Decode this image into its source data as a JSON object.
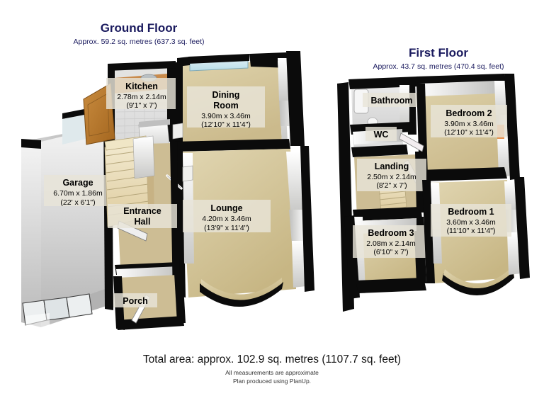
{
  "document": {
    "type": "floor-plan",
    "background_color": "#ffffff"
  },
  "floors": [
    {
      "id": "ground",
      "title": "Ground Floor",
      "area_text": "Approx. 59.2 sq. metres (637.3 sq. feet)",
      "rooms": [
        {
          "id": "kitchen",
          "name": "Kitchen",
          "metric": "2.78m x 2.14m",
          "imperial": "(9'1\" x 7')"
        },
        {
          "id": "dining-room",
          "name": "Dining",
          "name2": "Room",
          "metric": "3.90m x 3.46m",
          "imperial": "(12'10\" x 11'4\")"
        },
        {
          "id": "garage",
          "name": "Garage",
          "metric": "6.70m x 1.86m",
          "imperial": "(22' x 6'1\")"
        },
        {
          "id": "lounge",
          "name": "Lounge",
          "metric": "4.20m x 3.46m",
          "imperial": "(13'9\" x 11'4\")"
        },
        {
          "id": "entrance-hall",
          "name": "Entrance",
          "name2": "Hall",
          "metric": "",
          "imperial": ""
        },
        {
          "id": "porch",
          "name": "Porch",
          "metric": "",
          "imperial": ""
        }
      ]
    },
    {
      "id": "first",
      "title": "First Floor",
      "area_text": "Approx. 43.7 sq. metres (470.4 sq. feet)",
      "rooms": [
        {
          "id": "bathroom",
          "name": "Bathroom",
          "metric": "",
          "imperial": ""
        },
        {
          "id": "wc",
          "name": "WC",
          "metric": "",
          "imperial": ""
        },
        {
          "id": "bedroom-2",
          "name": "Bedroom 2",
          "metric": "3.90m x 3.46m",
          "imperial": "(12'10\" x 11'4\")"
        },
        {
          "id": "landing",
          "name": "Landing",
          "metric": "2.50m x 2.14m",
          "imperial": "(8'2\" x 7')"
        },
        {
          "id": "bedroom-1",
          "name": "Bedroom 1",
          "metric": "3.60m x 3.46m",
          "imperial": "(11'10\" x 11'4\")"
        },
        {
          "id": "bedroom-3",
          "name": "Bedroom 3",
          "metric": "2.08m x 2.14m",
          "imperial": "(6'10\" x 7')"
        }
      ]
    }
  ],
  "footer": {
    "total_area": "Total area: approx. 102.9 sq. metres (1107.7 sq. feet)",
    "note_1": "All measurements are approximate",
    "note_2": "Plan produced using PlanUp."
  },
  "colors": {
    "title_navy": "#1a1a5e",
    "carpet_beige": "#d9cca4",
    "carpet_dark": "#c9b98f",
    "floor_hall": "#cdbd94",
    "wall_white": "#f2f2f0",
    "wall_shadow": "#c9c9c7",
    "wall_top_black": "#0b0b0b",
    "garage_floor": "#c3c3c3",
    "garage_wall": "#d8d8d8",
    "glass_blue": "#cfe7ef",
    "stair_wood": "#e8dcb8",
    "door_wood": "#b5762f",
    "label_bg": "#e8e4d8"
  }
}
